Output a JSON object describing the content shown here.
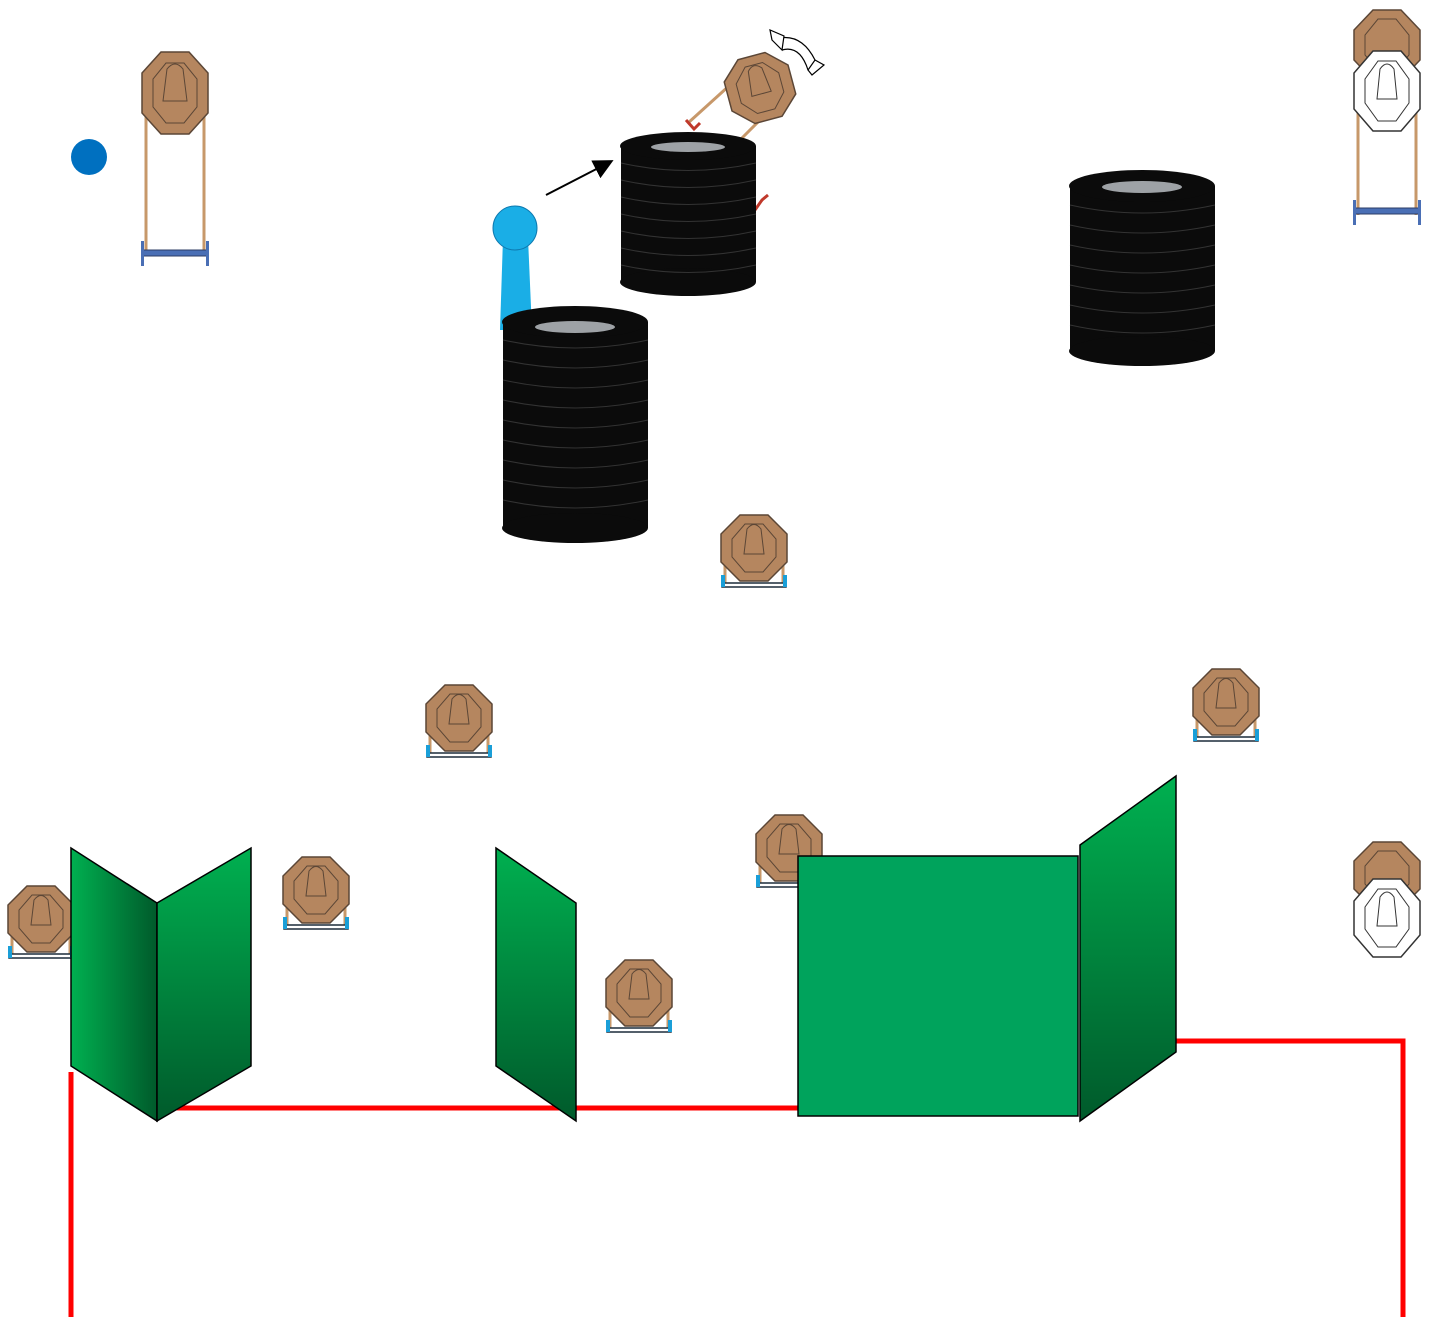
{
  "diagram": {
    "kind": "shooting-stage-layout",
    "colors": {
      "background": "#ffffff",
      "fault_line": "#ff0000",
      "wall_green": "#00a35c",
      "wall_green_dark": "#005a2b",
      "wall_green_light": "#00b050",
      "target_tan": "#b5865f",
      "target_outline": "#5b4636",
      "target_white": "#ffffff",
      "stand_post": "#c7986a",
      "stand_base_blue": "#1a9fd8",
      "stand_base_navy": "#4a6fb5",
      "barrel_black": "#0b0b0b",
      "barrel_top": "#9ea2a6",
      "popper_blue": "#1aaee6",
      "start_marker": "#0070c0",
      "swinger_red": "#c0392b"
    },
    "elements": {
      "start_position": {
        "icon": "start-marker-icon"
      },
      "paper_targets": [
        {
          "id": "t1",
          "type": "tall-stand",
          "color": "tan"
        },
        {
          "id": "t2",
          "type": "swinger",
          "color": "tan"
        },
        {
          "id": "t3",
          "type": "tall-stand-with-no-shoot",
          "color": "tan-and-white"
        },
        {
          "id": "t4",
          "type": "short-stand",
          "color": "tan"
        },
        {
          "id": "t5",
          "type": "short-stand",
          "color": "tan"
        },
        {
          "id": "t6",
          "type": "short-stand",
          "color": "tan"
        },
        {
          "id": "t7",
          "type": "short-stand",
          "color": "tan"
        },
        {
          "id": "t8",
          "type": "short-stand",
          "color": "tan"
        },
        {
          "id": "t9",
          "type": "short-stand",
          "color": "tan"
        },
        {
          "id": "t10",
          "type": "short-stand",
          "color": "tan"
        },
        {
          "id": "t11",
          "type": "no-shoot-overlap",
          "color": "tan-and-white"
        }
      ],
      "barrel_stacks": 3,
      "popper": {
        "icon": "popper-icon"
      },
      "walls": 5,
      "fault_line": {
        "icon": "fault-line"
      }
    }
  }
}
